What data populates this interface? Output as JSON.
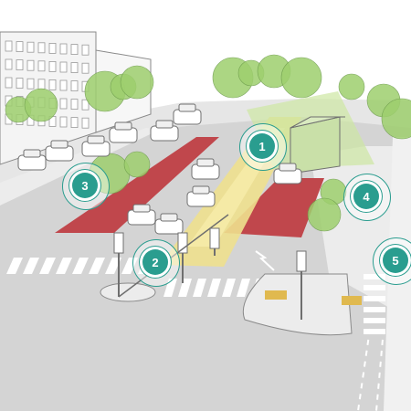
{
  "markers": [
    {
      "number": "1"
    },
    {
      "number": "2"
    },
    {
      "number": "3"
    },
    {
      "number": "4"
    },
    {
      "number": "5"
    }
  ],
  "colors": {
    "bus_lane": "#c0474c",
    "median": "#eee08e",
    "marker": "#2a9d8f",
    "foliage": "#9ecf6e",
    "road": "#d4d4d4",
    "sidewalk": "#ececec",
    "building": "#f4f4f4"
  }
}
